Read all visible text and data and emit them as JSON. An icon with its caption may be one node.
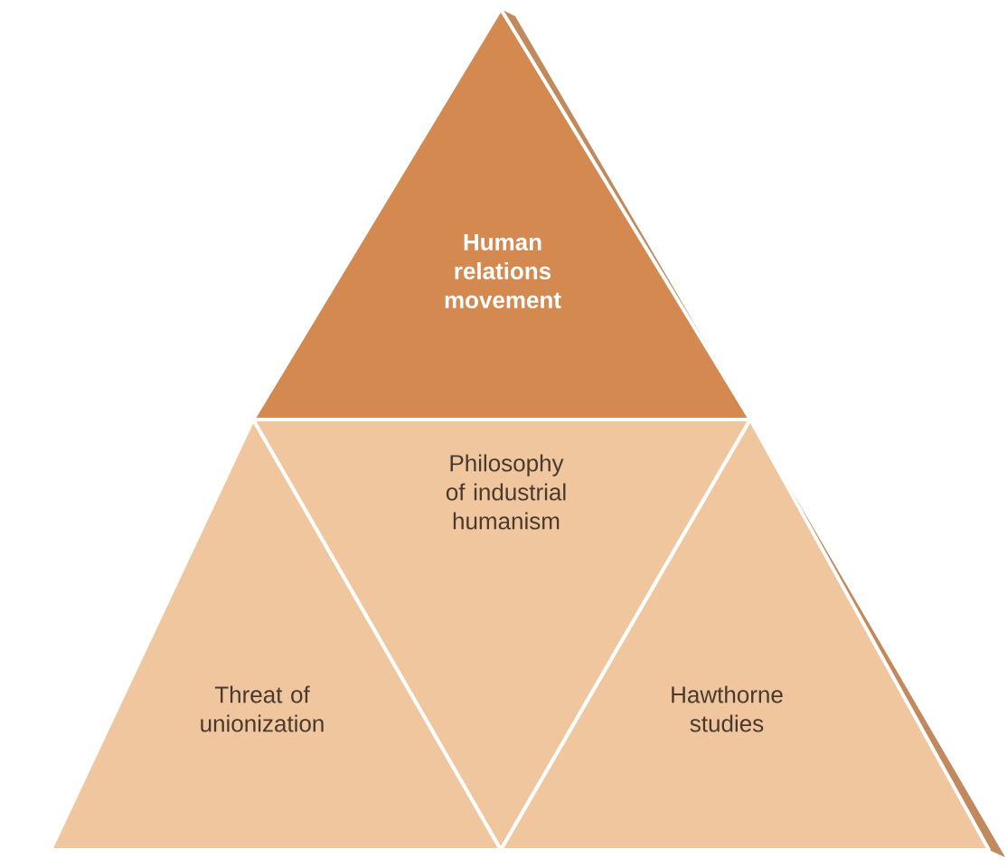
{
  "diagram": {
    "nodes": [
      {
        "text": [
          "Human relations movement"
        ]
      },
      {
        "text": [
          "Philosophy of industrial humanism"
        ]
      },
      {
        "text": [
          "Threat of unionization"
        ]
      },
      {
        "text": [
          "Hawthorne studies"
        ]
      }
    ]
  }
}
